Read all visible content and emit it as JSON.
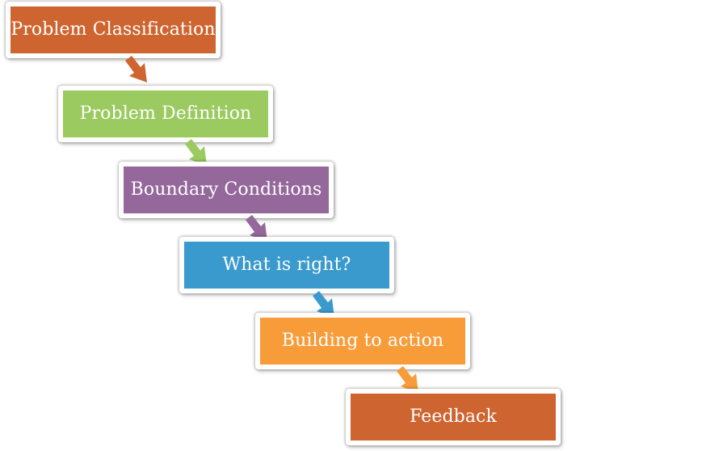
{
  "diagram": {
    "steps": [
      {
        "label": "Problem Classification",
        "color": "#CE6531"
      },
      {
        "label": "Problem Definition",
        "color": "#9ACA60"
      },
      {
        "label": "Boundary Conditions",
        "color": "#95689C"
      },
      {
        "label": "What is right?",
        "color": "#3A9ACD"
      },
      {
        "label": "Building to action",
        "color": "#F89C3A"
      },
      {
        "label": "Feedback",
        "color": "#CE6531"
      }
    ],
    "connectors": [
      {
        "icon": "arrow-down-right-icon",
        "color": "#CE6531"
      },
      {
        "icon": "arrow-down-right-icon",
        "color": "#9ACA60"
      },
      {
        "icon": "arrow-down-right-icon",
        "color": "#95689C"
      },
      {
        "icon": "arrow-down-right-icon",
        "color": "#3A9ACD"
      },
      {
        "icon": "arrow-down-right-icon",
        "color": "#F89C3A"
      }
    ]
  }
}
